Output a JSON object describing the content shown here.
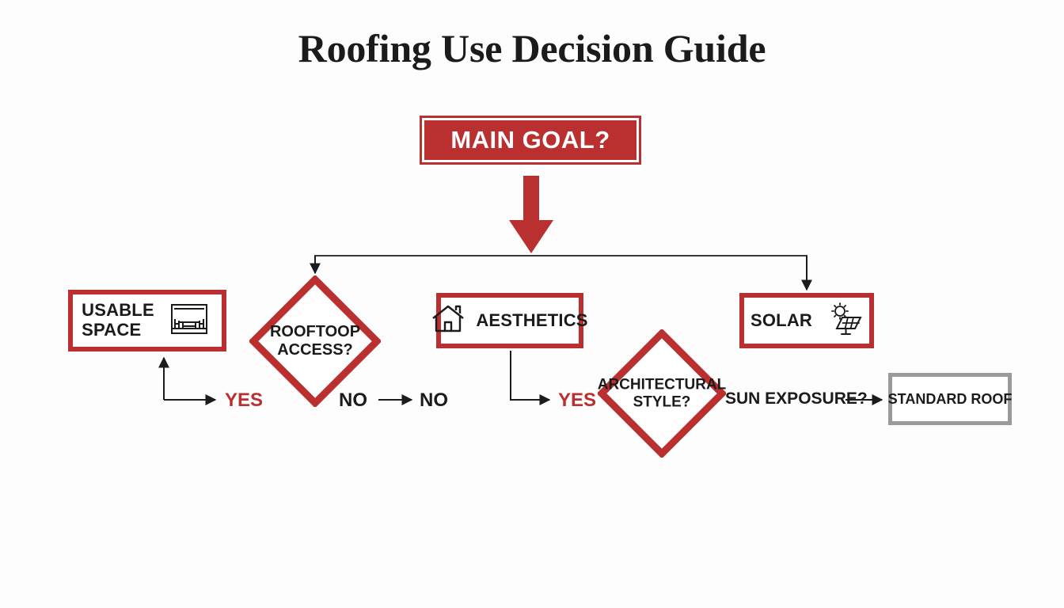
{
  "title": "Roofing Use Decision Guide",
  "colors": {
    "accent_red": "#BA2F2F",
    "text_black": "#1B1B1B",
    "terminal_gray": "#9A9A9A",
    "background": "#FDFDFD",
    "white": "#FFFFFF"
  },
  "root": {
    "label": "MAIN GOAL?",
    "shape": "banner",
    "style": "filled-red-white-inner-border"
  },
  "branches": [
    {
      "id": "usable-space",
      "label_line_1": "USABLE",
      "label_line_2": "SPACE",
      "shape": "rectangle",
      "icon": "terrace-furniture-icon"
    },
    {
      "id": "rooftop-access",
      "label_line_1": "ROOFTOOP",
      "label_line_2": "ACCESS?",
      "shape": "diamond"
    },
    {
      "id": "aesthetics",
      "label_line_1": "AESTHETICS",
      "shape": "rectangle",
      "icon": "house-icon"
    },
    {
      "id": "architectural-style",
      "label_line_1": "ARCHITECTURAL",
      "label_line_2": "STYLE?",
      "shape": "diamond"
    },
    {
      "id": "solar",
      "label_line_1": "SOLAR",
      "shape": "rectangle",
      "icon": "solar-panel-sun-icon"
    },
    {
      "id": "standard-roof",
      "label_line_1": "STANDARD ROOF",
      "shape": "rectangle",
      "style": "gray-terminal"
    }
  ],
  "edge_labels": {
    "yes_1": "YES",
    "no_1": "NO",
    "no_2": "NO",
    "yes_2": "YES",
    "sun_exposure": "SUN EXPOSURE?"
  }
}
